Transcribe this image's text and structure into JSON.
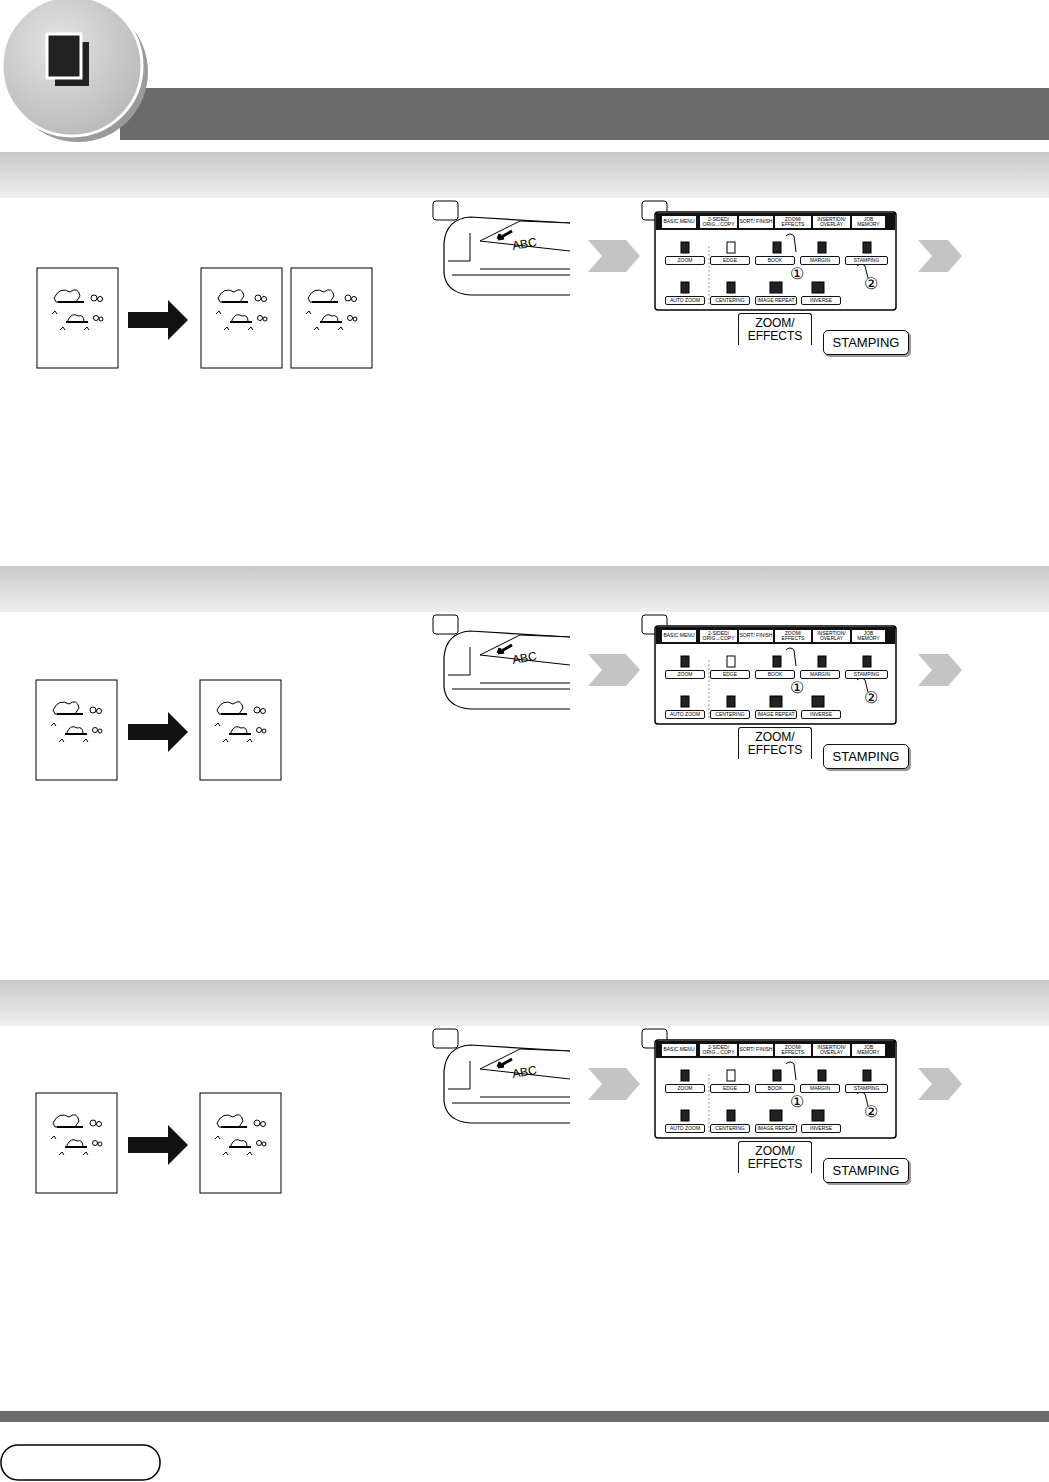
{
  "diagram": {
    "nodes": [
      {
        "text": [
          "BASIC MENU"
        ]
      },
      {
        "text": [
          "2-SIDED/ ORIG→COPY"
        ]
      },
      {
        "text": [
          "SORT/ FINISH"
        ]
      },
      {
        "text": [
          "ZOOM/ EFFECTS"
        ]
      },
      {
        "text": [
          "INSERTION/ OVERLAY"
        ]
      },
      {
        "text": [
          "JOB MEMORY"
        ]
      },
      {
        "text": [
          "ZOOM"
        ]
      },
      {
        "text": [
          "EDGE"
        ]
      },
      {
        "text": [
          "BOOK"
        ]
      },
      {
        "text": [
          "MARGIN"
        ]
      },
      {
        "text": [
          "STAMPING"
        ]
      },
      {
        "text": [
          "AUTO ZOOM"
        ]
      },
      {
        "text": [
          "CENTERING"
        ]
      },
      {
        "text": [
          "IMAGE REPEAT"
        ]
      },
      {
        "text": [
          "INVERSE"
        ]
      },
      {
        "text": [
          "ZOOM/ EFFECTS"
        ]
      },
      {
        "text": [
          "STAMPING"
        ]
      },
      {
        "text": [
          "BASIC MENU"
        ]
      },
      {
        "text": [
          "2-SIDED/ ORIG→COPY"
        ]
      },
      {
        "text": [
          "SORT/ FINISH"
        ]
      },
      {
        "text": [
          "ZOOM/ EFFECTS"
        ]
      },
      {
        "text": [
          "INSERTION/ OVERLAY"
        ]
      },
      {
        "text": [
          "JOB MEMORY"
        ]
      },
      {
        "text": [
          "ZOOM"
        ]
      },
      {
        "text": [
          "EDGE"
        ]
      },
      {
        "text": [
          "BOOK"
        ]
      },
      {
        "text": [
          "MARGIN"
        ]
      },
      {
        "text": [
          "STAMPING"
        ]
      },
      {
        "text": [
          "AUTO ZOOM"
        ]
      },
      {
        "text": [
          "CENTERING"
        ]
      },
      {
        "text": [
          "IMAGE REPEAT"
        ]
      },
      {
        "text": [
          "INVERSE"
        ]
      },
      {
        "text": [
          "ZOOM/ EFFECTS"
        ]
      },
      {
        "text": [
          "STAMPING"
        ]
      },
      {
        "text": [
          "BASIC MENU"
        ]
      },
      {
        "text": [
          "2-SIDED/ ORIG→COPY"
        ]
      },
      {
        "text": [
          "SORT/ FINISH"
        ]
      },
      {
        "text": [
          "ZOOM/ EFFECTS"
        ]
      },
      {
        "text": [
          "INSERTION/ OVERLAY"
        ]
      },
      {
        "text": [
          "JOB MEMORY"
        ]
      },
      {
        "text": [
          "ZOOM"
        ]
      },
      {
        "text": [
          "EDGE"
        ]
      },
      {
        "text": [
          "BOOK"
        ]
      },
      {
        "text": [
          "MARGIN"
        ]
      },
      {
        "text": [
          "STAMPING"
        ]
      },
      {
        "text": [
          "AUTO ZOOM"
        ]
      },
      {
        "text": [
          "CENTERING"
        ]
      },
      {
        "text": [
          "IMAGE REPEAT"
        ]
      },
      {
        "text": [
          "INVERSE"
        ]
      },
      {
        "text": [
          "ZOOM/ EFFECTS"
        ]
      },
      {
        "text": [
          "STAMPING"
        ]
      }
    ],
    "labels": [
      "ABC",
      "①",
      "②",
      "ABC",
      "①",
      "②",
      "ABC",
      "①",
      "②"
    ]
  }
}
